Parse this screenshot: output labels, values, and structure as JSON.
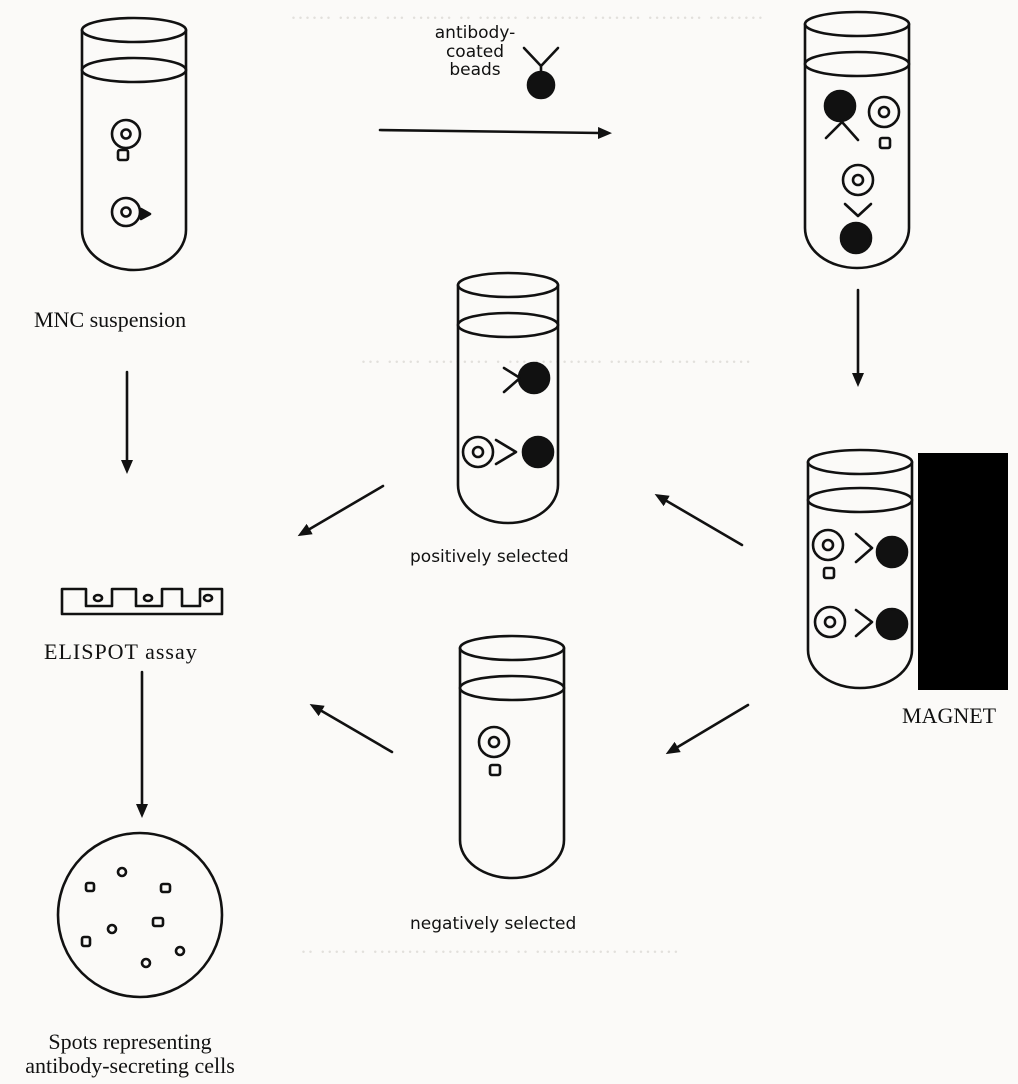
{
  "labels": {
    "bead_caption_line1": "antibody-",
    "bead_caption_line2": "coated",
    "bead_caption_line3": "beads",
    "mnc": "MNC suspension",
    "positive": "positively selected",
    "elispot": "ELISPOT assay",
    "magnet": "MAGNET",
    "negative": "negatively selected",
    "spots_line1": "Spots representing",
    "spots_line2": "antibody-secreting cells"
  },
  "colors": {
    "ink": "#111111",
    "paper": "#fbfaf8",
    "magnet_fill": "#000000"
  }
}
